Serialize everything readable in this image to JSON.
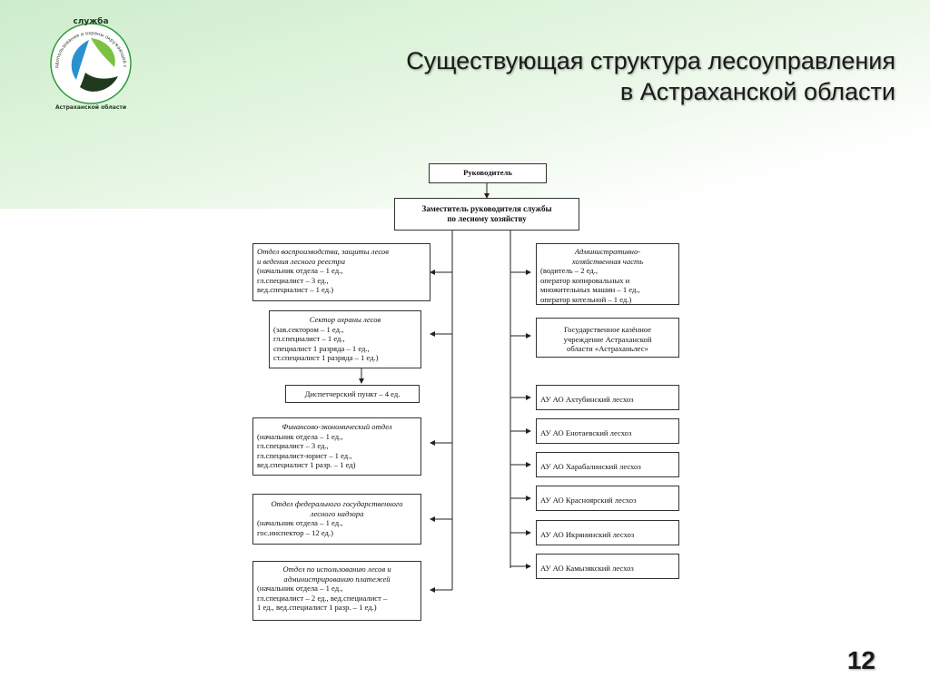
{
  "header": {
    "title_line1": "Существующая структура лесоуправления",
    "title_line2": "в Астраханской области",
    "page_number": "12"
  },
  "logo": {
    "text_top": "служба",
    "text_ring": "природопользования и охраны окружающей среды",
    "text_bottom": "Астраханской области",
    "colors": {
      "green": "#2e9b3a",
      "blue": "#2a90d0",
      "dark": "#1f3a1f"
    }
  },
  "diagram": {
    "head": "Руководитель",
    "deputy": {
      "line1": "Заместитель руководителя службы",
      "line2": "по лесному хозяйству"
    },
    "left": [
      {
        "lines": [
          "Отдел воспроизводства, защиты лесов",
          "и ведения лесного реестра",
          "(начальник отдела – 1 ед.,",
          "гл.специалист – 3 ед.,",
          "вед.специалист – 1 ед.)"
        ]
      },
      {
        "lines": [
          "Сектор охраны лесов",
          "(зав.сектором – 1 ед.,",
          "гл.специалист – 1 ед.,",
          "специалист 1 разряда – 1 ед.,",
          "ст.специалист 1 разряда – 1 ед.)"
        ]
      },
      {
        "lines": [
          "Диспетчерский пункт – 4 ед."
        ]
      },
      {
        "lines": [
          "Финансово-экономический отдел",
          "(начальник отдела – 1 ед.,",
          "гл.специалист – 3 ед.,",
          "гл.специалист-юрист – 1 ед.,",
          "вед.специалист 1 разр. – 1 ед)"
        ]
      },
      {
        "lines": [
          "Отдел федерального государственного",
          "лесного надзора",
          "(начальник отдела – 1 ед.,",
          "гос.инспектор – 12 ед.)"
        ]
      },
      {
        "lines": [
          "Отдел по использованию лесов и",
          "администрированию платежей",
          "(начальник отдела – 1 ед.,",
          "гл.специалист – 2 ед., вед.специалист –",
          "1 ед., вед.специалист 1 разр. – 1 ед.)"
        ]
      }
    ],
    "right": [
      {
        "lines": [
          "Административно-",
          "хозяйственная часть",
          "(водитель – 2 ед.,",
          "оператор копировальных и",
          "множительных машин – 1 ед.,",
          "оператор котельной – 1 ед.)"
        ]
      },
      {
        "lines": [
          "Государственное казённое",
          "учреждение Астраханской",
          "области «Астраханьлес»"
        ]
      },
      {
        "lines": [
          "АУ АО Ахтубинский  лесхоз"
        ]
      },
      {
        "lines": [
          "АУ АО Енотаевский  лесхоз"
        ]
      },
      {
        "lines": [
          "АУ АО Харабалинский  лесхоз"
        ]
      },
      {
        "lines": [
          "АУ АО Красноярский  лесхоз"
        ]
      },
      {
        "lines": [
          "АУ АО Икрянинский  лесхоз"
        ]
      },
      {
        "lines": [
          "АУ АО Камызякский  лесхоз"
        ]
      }
    ]
  }
}
